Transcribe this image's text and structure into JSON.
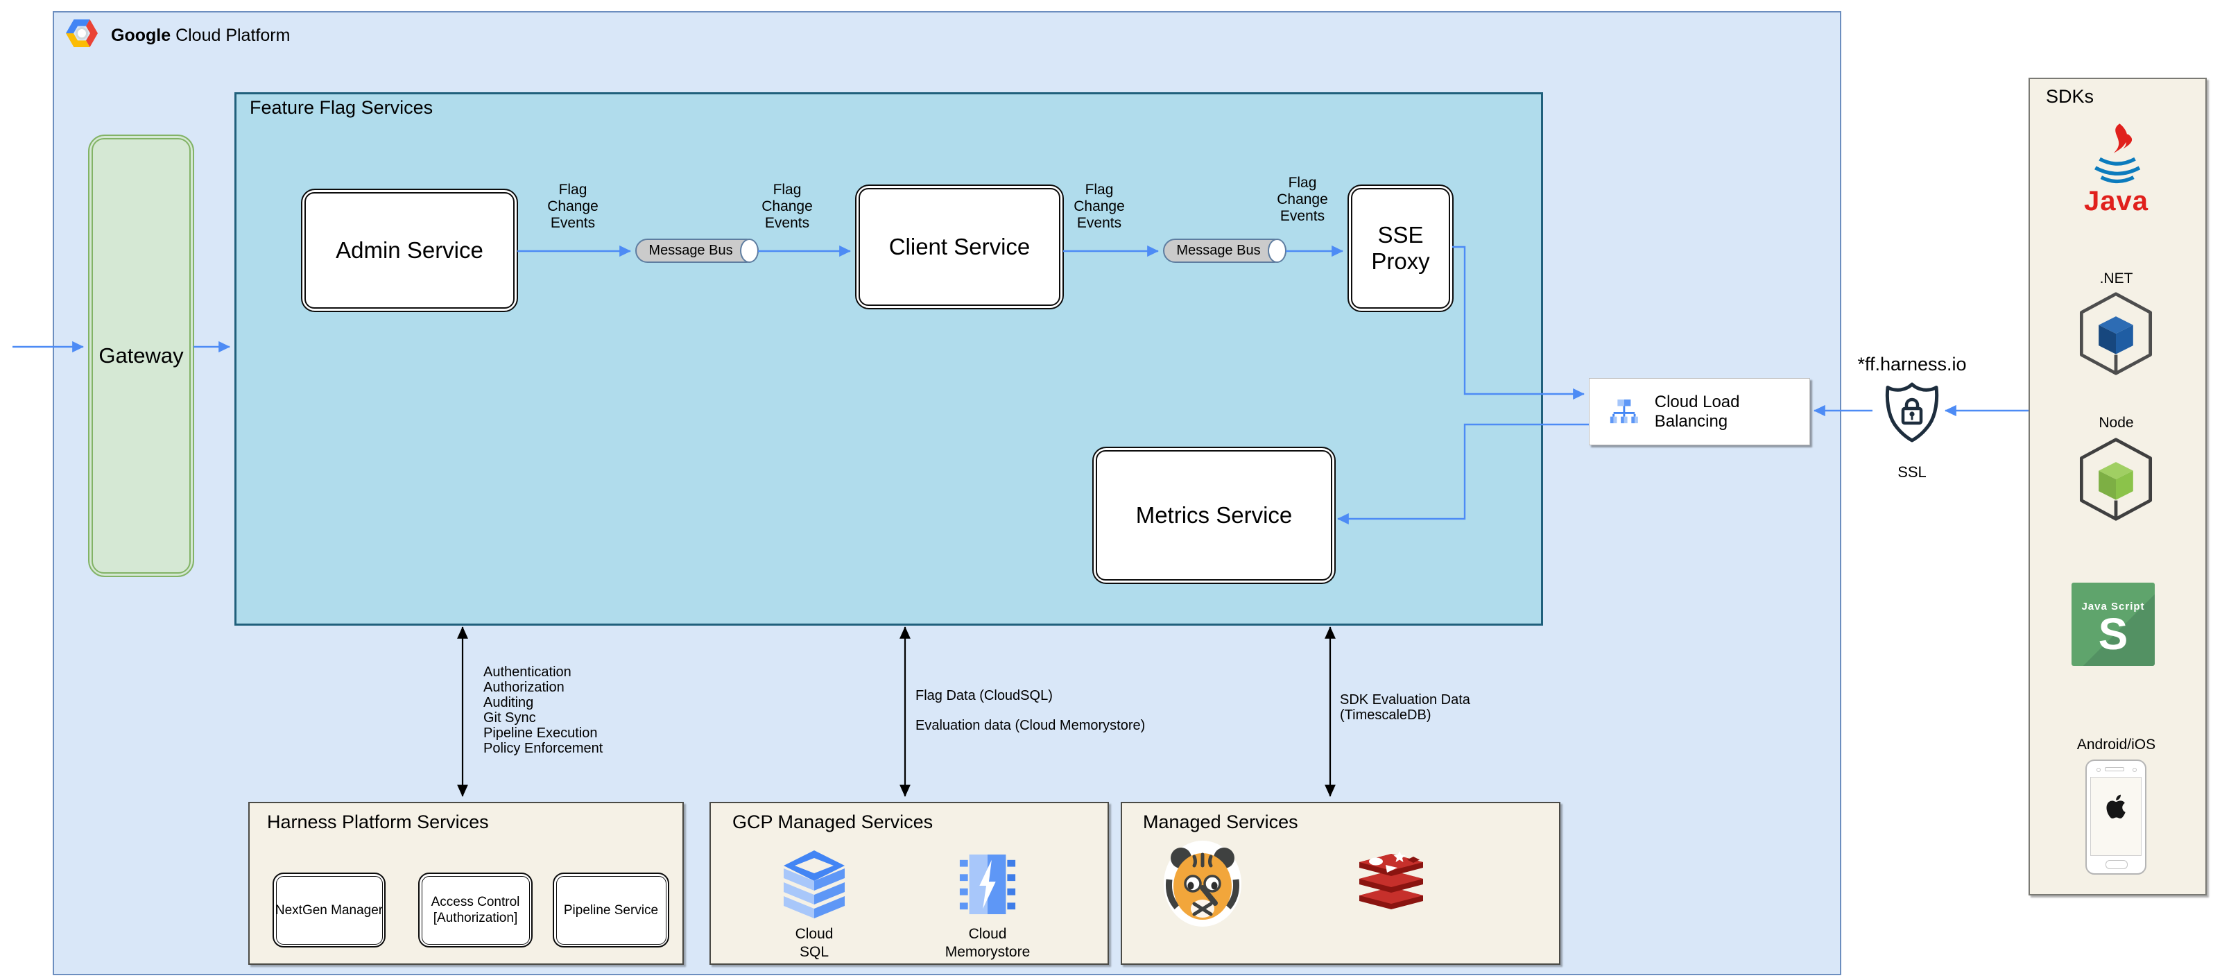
{
  "header": {
    "brand_bold": "Google",
    "brand_rest": "Cloud Platform"
  },
  "colors": {
    "gcp_fill": "#d9e7f8",
    "gcp_border": "#6c8ebf",
    "ff_fill": "#b0dcec",
    "ff_border": "#20607c",
    "gateway_fill": "#d5e8d4",
    "gateway_border": "#82b366",
    "arrow_blue": "#4d8bf5",
    "arrow_black": "#000000",
    "panel_fill": "#f5f1e6",
    "cylinder_fill": "#cbcbcb",
    "cylinder_border": "#5e7da0"
  },
  "gateway_label": "Gateway",
  "ff": {
    "title": "Feature Flag Services",
    "admin": "Admin Service",
    "client": "Client Service",
    "sse": "SSE\nProxy",
    "metrics": "Metrics Service",
    "bus": "Message Bus",
    "flag_events": "Flag\nChange\nEvents"
  },
  "lb_label": "Cloud Load Balancing",
  "ssl": {
    "domain": "*ff.harness.io",
    "label": "SSL"
  },
  "sdks": {
    "title": "SDKs",
    "java_word": "Java",
    "dotnet_label": ".NET",
    "node_label": "Node",
    "js_title": "Java Script",
    "js_letter": "S",
    "mobile_label": "Android/iOS"
  },
  "platform": {
    "title": "Harness Platform Services",
    "box1": "NextGen Manager",
    "box2": "Access Control\n[Authorization]",
    "box3": "Pipeline Service"
  },
  "gcp_managed": {
    "title": "GCP Managed Services",
    "sql_label": "Cloud\nSQL",
    "memorystore_label": "Cloud\nMemorystore"
  },
  "managed": {
    "title": "Managed Services",
    "timescale_label": "TimescaleDB",
    "redis_label": "Redis\nEnterprise"
  },
  "annotations": {
    "platform_list": "Authentication\nAuthorization\nAuditing\nGit Sync\nPipeline Execution\nPolicy Enforcement",
    "flag_data": "Flag Data (CloudSQL)",
    "evaluation": "Evaluation data (Cloud Memorystore)",
    "sdk_eval": "SDK Evaluation Data\n(TimescaleDB)"
  }
}
